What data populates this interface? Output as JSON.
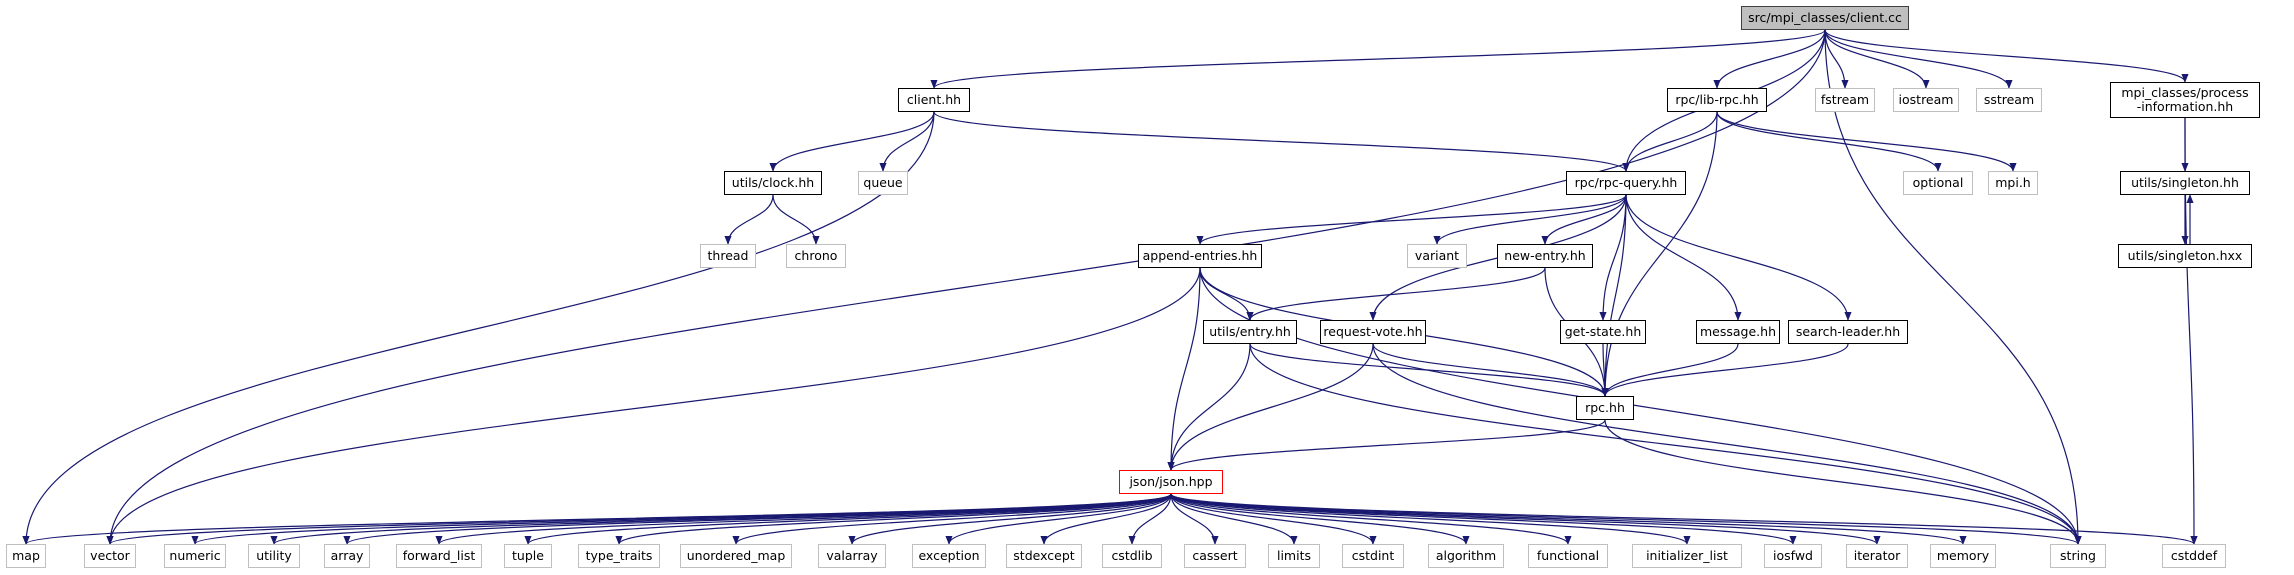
{
  "colors": {
    "edge": "#191970",
    "root_fill": "#bfbfbf",
    "local_border": "#000000",
    "system_border": "#bfbfbf",
    "incomplete_border": "#ff0000"
  },
  "nodes": {
    "root": "src/mpi_classes/client.cc",
    "client_hh": "client.hh",
    "rpc_lib_rpc": "rpc/lib-rpc.hh",
    "fstream": "fstream",
    "iostream": "iostream",
    "sstream": "sstream",
    "process_info": "mpi_classes/process\n-information.hh",
    "utils_clock": "utils/clock.hh",
    "queue": "queue",
    "rpc_query": "rpc/rpc-query.hh",
    "optional": "optional",
    "mpi_h": "mpi.h",
    "utils_singleton_hh": "utils/singleton.hh",
    "thread": "thread",
    "chrono": "chrono",
    "append_entries": "append-entries.hh",
    "variant": "variant",
    "new_entry": "new-entry.hh",
    "utils_singleton_hxx": "utils/singleton.hxx",
    "utils_entry": "utils/entry.hh",
    "request_vote": "request-vote.hh",
    "get_state": "get-state.hh",
    "message": "message.hh",
    "search_leader": "search-leader.hh",
    "rpc_hh": "rpc.hh",
    "json": "json/json.hpp",
    "map": "map",
    "vector": "vector",
    "numeric": "numeric",
    "utility": "utility",
    "array": "array",
    "forward_list": "forward_list",
    "tuple": "tuple",
    "type_traits": "type_traits",
    "unordered_map": "unordered_map",
    "valarray": "valarray",
    "exception": "exception",
    "stdexcept": "stdexcept",
    "cstdlib": "cstdlib",
    "cassert": "cassert",
    "limits": "limits",
    "cstdint": "cstdint",
    "algorithm": "algorithm",
    "functional": "functional",
    "initializer_list": "initializer_list",
    "iosfwd": "iosfwd",
    "iterator": "iterator",
    "memory": "memory",
    "string": "string",
    "cstddef": "cstddef"
  },
  "edges": [
    [
      "root",
      "client_hh"
    ],
    [
      "root",
      "rpc_lib_rpc"
    ],
    [
      "root",
      "fstream"
    ],
    [
      "root",
      "iostream"
    ],
    [
      "root",
      "sstream"
    ],
    [
      "root",
      "process_info"
    ],
    [
      "root",
      "rpc_query"
    ],
    [
      "root",
      "vector"
    ],
    [
      "root",
      "string"
    ],
    [
      "client_hh",
      "utils_clock"
    ],
    [
      "client_hh",
      "queue"
    ],
    [
      "client_hh",
      "rpc_query"
    ],
    [
      "client_hh",
      "map"
    ],
    [
      "utils_clock",
      "thread"
    ],
    [
      "utils_clock",
      "chrono"
    ],
    [
      "rpc_lib_rpc",
      "rpc_query"
    ],
    [
      "rpc_lib_rpc",
      "optional"
    ],
    [
      "rpc_lib_rpc",
      "mpi_h"
    ],
    [
      "rpc_lib_rpc",
      "rpc_hh"
    ],
    [
      "process_info",
      "utils_singleton_hh"
    ],
    [
      "process_info",
      "cstddef"
    ],
    [
      "utils_singleton_hh",
      "utils_singleton_hxx"
    ],
    [
      "utils_singleton_hxx",
      "utils_singleton_hh"
    ],
    [
      "rpc_query",
      "append_entries"
    ],
    [
      "rpc_query",
      "variant"
    ],
    [
      "rpc_query",
      "new_entry"
    ],
    [
      "rpc_query",
      "request_vote"
    ],
    [
      "rpc_query",
      "get_state"
    ],
    [
      "rpc_query",
      "message"
    ],
    [
      "rpc_query",
      "search_leader"
    ],
    [
      "rpc_query",
      "rpc_hh"
    ],
    [
      "append_entries",
      "utils_entry"
    ],
    [
      "append_entries",
      "json"
    ],
    [
      "append_entries",
      "rpc_hh"
    ],
    [
      "append_entries",
      "vector"
    ],
    [
      "append_entries",
      "string"
    ],
    [
      "new_entry",
      "utils_entry"
    ],
    [
      "new_entry",
      "rpc_hh"
    ],
    [
      "utils_entry",
      "json"
    ],
    [
      "utils_entry",
      "rpc_hh"
    ],
    [
      "utils_entry",
      "string"
    ],
    [
      "request_vote",
      "json"
    ],
    [
      "request_vote",
      "rpc_hh"
    ],
    [
      "request_vote",
      "string"
    ],
    [
      "get_state",
      "rpc_hh"
    ],
    [
      "message",
      "rpc_hh"
    ],
    [
      "search_leader",
      "rpc_hh"
    ],
    [
      "rpc_hh",
      "json"
    ],
    [
      "rpc_hh",
      "string"
    ],
    [
      "json",
      "map"
    ],
    [
      "json",
      "vector"
    ],
    [
      "json",
      "numeric"
    ],
    [
      "json",
      "utility"
    ],
    [
      "json",
      "array"
    ],
    [
      "json",
      "forward_list"
    ],
    [
      "json",
      "tuple"
    ],
    [
      "json",
      "type_traits"
    ],
    [
      "json",
      "unordered_map"
    ],
    [
      "json",
      "valarray"
    ],
    [
      "json",
      "exception"
    ],
    [
      "json",
      "stdexcept"
    ],
    [
      "json",
      "cstdlib"
    ],
    [
      "json",
      "cassert"
    ],
    [
      "json",
      "limits"
    ],
    [
      "json",
      "cstdint"
    ],
    [
      "json",
      "algorithm"
    ],
    [
      "json",
      "functional"
    ],
    [
      "json",
      "initializer_list"
    ],
    [
      "json",
      "iosfwd"
    ],
    [
      "json",
      "iterator"
    ],
    [
      "json",
      "memory"
    ],
    [
      "json",
      "string"
    ],
    [
      "json",
      "cstddef"
    ]
  ]
}
